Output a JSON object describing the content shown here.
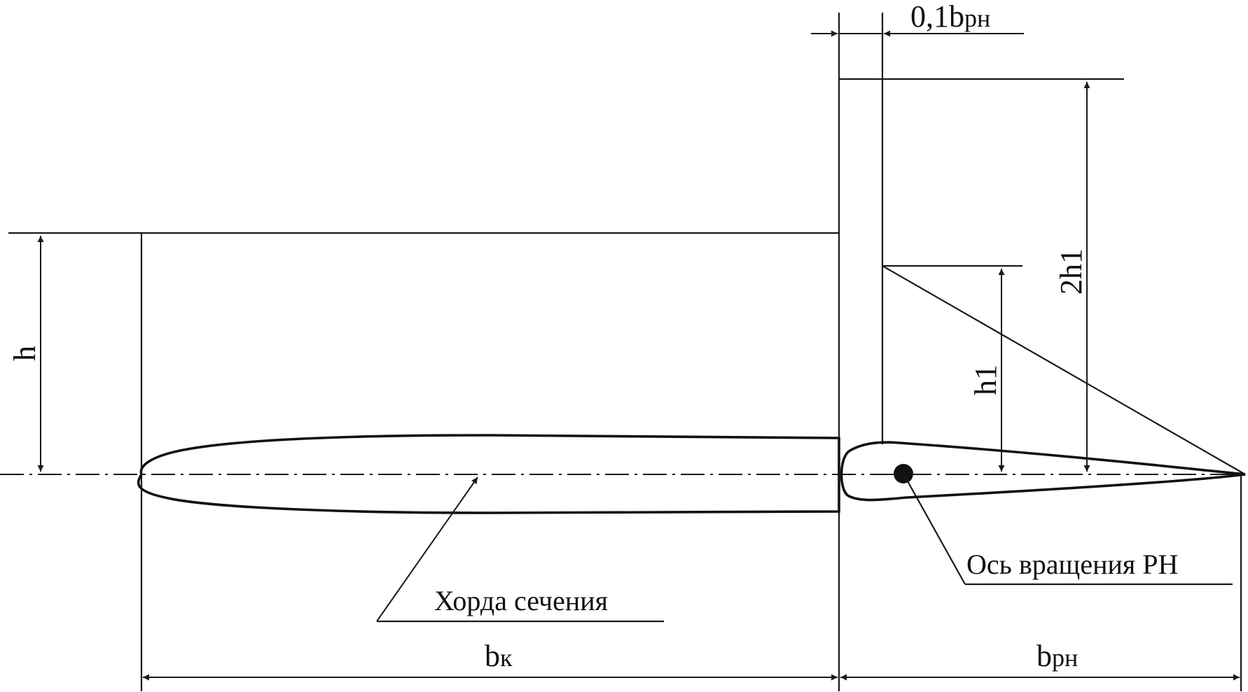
{
  "diagram": {
    "dimensions": {
      "h": {
        "main": "h"
      },
      "h1": {
        "main": "h1"
      },
      "two_h1": {
        "main": "2h1"
      },
      "bk": {
        "main": "b",
        "sub": "к"
      },
      "brn": {
        "main": "b",
        "sub": "рн"
      },
      "gap": {
        "main": "0,1b",
        "sub": "рн"
      }
    },
    "callouts": {
      "chord": "Хорда сечения",
      "hinge_axis": "Ось вращения РН"
    }
  }
}
